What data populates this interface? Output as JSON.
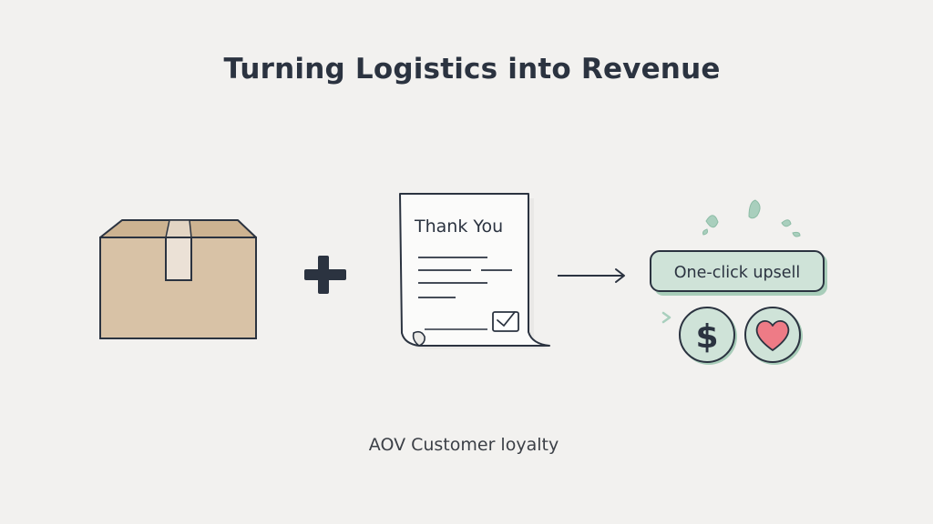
{
  "title": "Turning Logistics into Revenue",
  "note": {
    "heading": "Thank You"
  },
  "upsell": {
    "label": "One-click upsell"
  },
  "coin": {
    "symbol": "$"
  },
  "caption": "AOV Customer loyalty",
  "colors": {
    "background": "#f2f1ef",
    "ink": "#2b3340",
    "box_fill": "#d8c2a6",
    "tape_fill": "#ebe1d6",
    "badge_fill": "#cfe3d8",
    "badge_shadow": "#a8cdb9",
    "heart_fill": "#ee7b86",
    "sparkle": "#a9cfbd"
  }
}
